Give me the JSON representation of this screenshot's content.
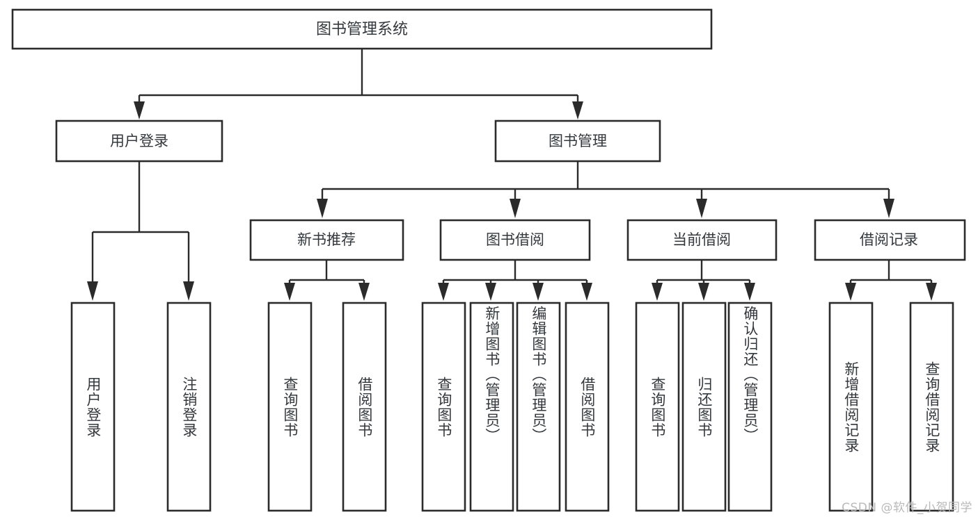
{
  "diagram": {
    "title": "图书管理系统",
    "type": "hierarchy-tree",
    "orientation": "top-down",
    "colors": {
      "background": "#ffffff",
      "box_stroke": "#2b2b2b",
      "box_fill": "#ffffff",
      "text": "#33383d",
      "connector": "#2b2b2b",
      "watermark": "#b9b9b9"
    },
    "root": {
      "label": "图书管理系统"
    },
    "level1": [
      {
        "label": "用户登录"
      },
      {
        "label": "图书管理"
      }
    ],
    "level2": [
      {
        "label": "新书推荐"
      },
      {
        "label": "图书借阅"
      },
      {
        "label": "当前借阅"
      },
      {
        "label": "借阅记录"
      }
    ],
    "leaves": {
      "user_login": [
        {
          "label": "用户登录"
        },
        {
          "label": "注销登录"
        }
      ],
      "new_book_recommend": [
        {
          "label": "查询图书"
        },
        {
          "label": "借阅图书"
        }
      ],
      "book_borrow": [
        {
          "label": "查询图书"
        },
        {
          "label": "新增图书（管理员）"
        },
        {
          "label": "编辑图书（管理员）"
        },
        {
          "label": "借阅图书"
        }
      ],
      "current_borrow": [
        {
          "label": "查询图书"
        },
        {
          "label": "归还图书"
        },
        {
          "label": "确认归还（管理员）"
        }
      ],
      "borrow_record": [
        {
          "label": "新增借阅记录"
        },
        {
          "label": "查询借阅记录"
        }
      ]
    },
    "watermark": "CSDN @软件_小贺同学"
  }
}
